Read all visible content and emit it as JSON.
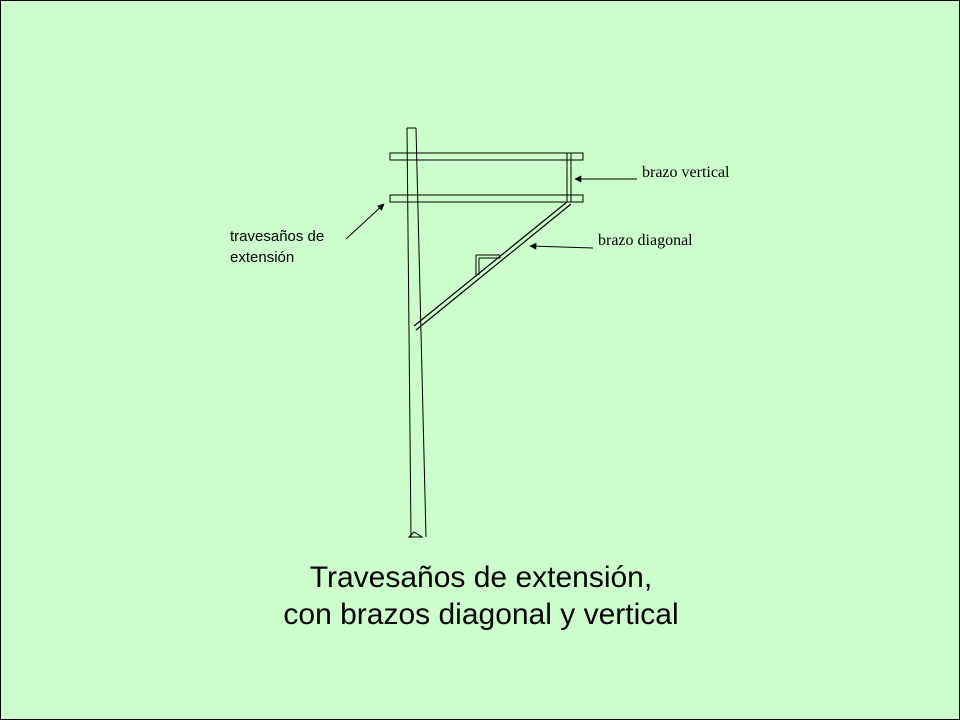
{
  "labels": {
    "travesanos": "travesaños de extensión",
    "brazo_vertical": "brazo vertical",
    "brazo_diagonal": "brazo diagonal"
  },
  "caption": {
    "line1": "Travesaños de extensión,",
    "line2": "con brazos diagonal y vertical"
  },
  "colors": {
    "background": "#ccffcc",
    "ink": "#000000"
  }
}
